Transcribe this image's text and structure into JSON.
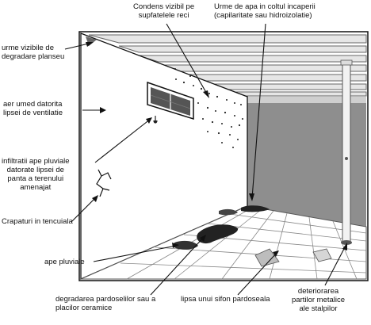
{
  "labels": {
    "slab_degradation": [
      "urme vizibile de",
      "degradare planseu"
    ],
    "condensation": [
      "Condens vizibil pe",
      "supfatelele reci"
    ],
    "water_corner": [
      "Urme de apa in coltul incaperii",
      "(capilaritate sau hidroizolatie)"
    ],
    "damp_air": [
      "aer umed datorita",
      "lipsei de ventilatie"
    ],
    "rain_infiltration": [
      "infiltratii ape pluviale",
      "datorate lipsei de",
      "panta a terenului",
      "amenajat"
    ],
    "plaster_cracks": [
      "Crapaturi in tencuiala"
    ],
    "rain_water": [
      "ape pluviale"
    ],
    "floor_degradation": [
      "degradarea pardoselilor sau a",
      "placilor ceramice"
    ],
    "missing_drain": [
      "lipsa unui sifon pardoseala"
    ],
    "pillar_corrosion": [
      "deteriorarea",
      "partilor metalice",
      "ale stalpilor"
    ]
  },
  "colors": {
    "outline": "#111111",
    "wall": "#ffffff",
    "back_wall": "#8e8e8e",
    "ceiling_shade": "#dcdcdc",
    "stain": "#222222",
    "floor_line": "#777777"
  }
}
